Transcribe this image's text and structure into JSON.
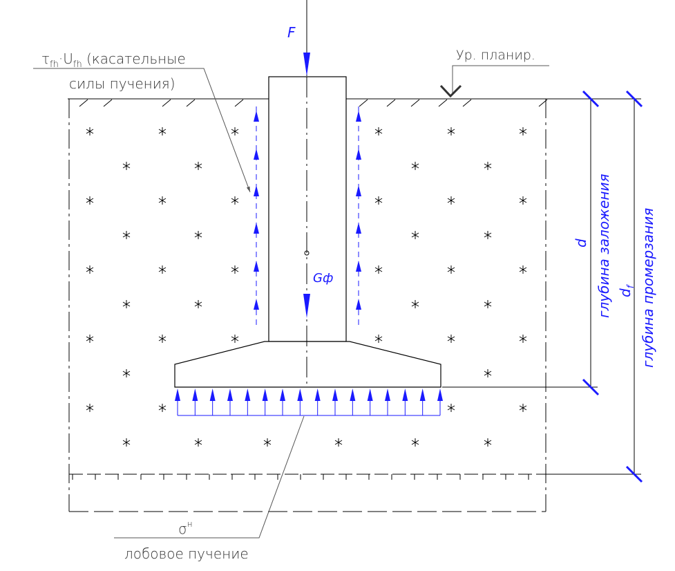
{
  "labels": {
    "tau": "τ",
    "tau_sub": "fh",
    "dot": "·",
    "u": "U",
    "u_sub": "fh",
    "tangent_line1": "(касательные",
    "tangent_line2": "силы пучения)",
    "planning_level": "Ур. планир.",
    "force": "F",
    "weight": "Gф",
    "sigma": "σ",
    "sigma_sup": "н",
    "frontal_heave": "лобовое пучение",
    "d": "d",
    "depth_foundation": "глубина заложения",
    "df": "d",
    "df_sub": "f",
    "depth_freezing": "глубина промерзания"
  },
  "colors": {
    "line": "#000000",
    "accent": "#1a1aff",
    "leader": "#555555"
  }
}
